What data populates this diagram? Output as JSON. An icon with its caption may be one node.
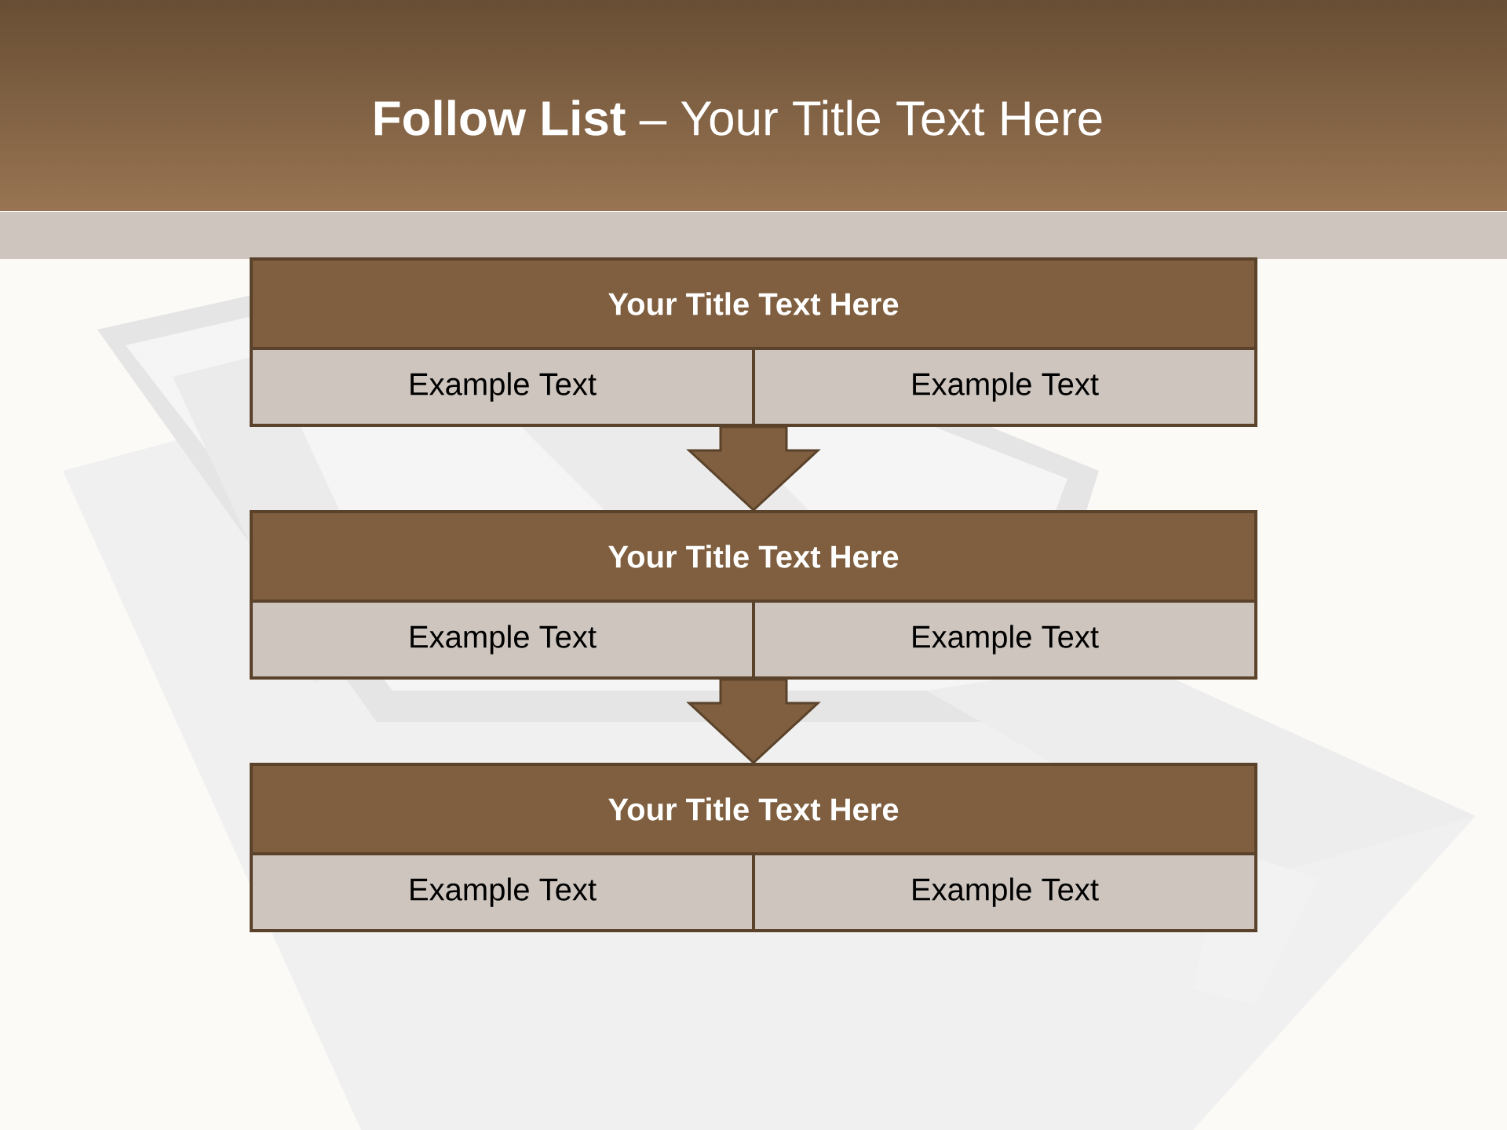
{
  "diagram": {
    "title": "**Follow List**  – Your Title Text Here",
    "nodes": [
      {
        "text": [
          "Your Title Text Here"
        ]
      },
      {
        "text": [
          "Example Text"
        ]
      },
      {
        "text": [
          "Example Text"
        ]
      },
      {
        "text": [
          "Your Title Text Here"
        ]
      },
      {
        "text": [
          "Example Text"
        ]
      },
      {
        "text": [
          "Example Text"
        ]
      },
      {
        "text": [
          "Your Title Text Here"
        ]
      },
      {
        "text": [
          "Example Text"
        ]
      },
      {
        "text": [
          "Example Text"
        ]
      }
    ],
    "edges": [
      {
        "from": 1,
        "to": 3,
        "arrow": "to"
      },
      {
        "from": 2,
        "to": 3,
        "arrow": "to"
      },
      {
        "from": 4,
        "to": 6,
        "arrow": "to"
      },
      {
        "from": 5,
        "to": 6,
        "arrow": "to"
      }
    ]
  }
}
